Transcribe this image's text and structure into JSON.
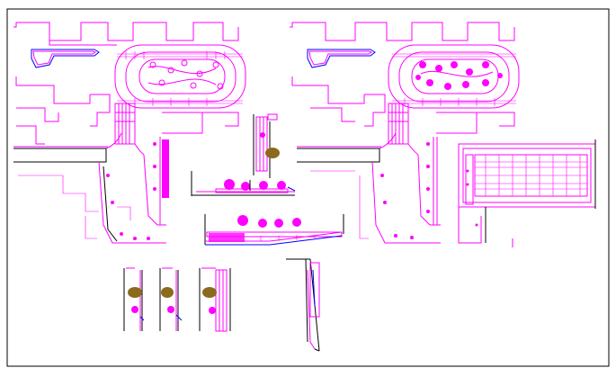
{
  "drawing": {
    "background": "#ffffff",
    "colors": {
      "primary_linework": "#ff00ff",
      "frame": "#000000",
      "secondary_linework": "#0000ff",
      "tree_canopy_brown": "#8b6a1e",
      "tree_canopy_magenta": "#ff00ff"
    },
    "views": [
      {
        "id": "site-plan-left",
        "icon": "site-plan"
      },
      {
        "id": "site-plan-right",
        "icon": "site-plan"
      },
      {
        "id": "parking-layout-detail",
        "icon": "parking-grid"
      },
      {
        "id": "planter-elevation-vertical",
        "icon": "elevation"
      },
      {
        "id": "planter-elevation-top",
        "icon": "elevation"
      },
      {
        "id": "planter-elevation-long",
        "icon": "elevation"
      },
      {
        "id": "section-a",
        "icon": "section"
      },
      {
        "id": "section-b",
        "icon": "section"
      },
      {
        "id": "section-c",
        "icon": "section"
      },
      {
        "id": "ramp-detail",
        "icon": "section"
      }
    ]
  }
}
